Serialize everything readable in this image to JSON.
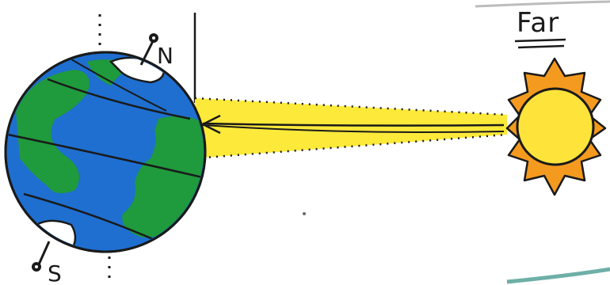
{
  "labels": {
    "distance": "Far",
    "north_pole": "N",
    "south_pole": "S"
  },
  "colors": {
    "ocean": "#1e6fd0",
    "land": "#1f9a3c",
    "sunlight": "#fde93a",
    "sun_core": "#fde33a",
    "sun_rays": "#f39a1f",
    "ink": "#1a1a1a",
    "ice": "#ffffff"
  }
}
